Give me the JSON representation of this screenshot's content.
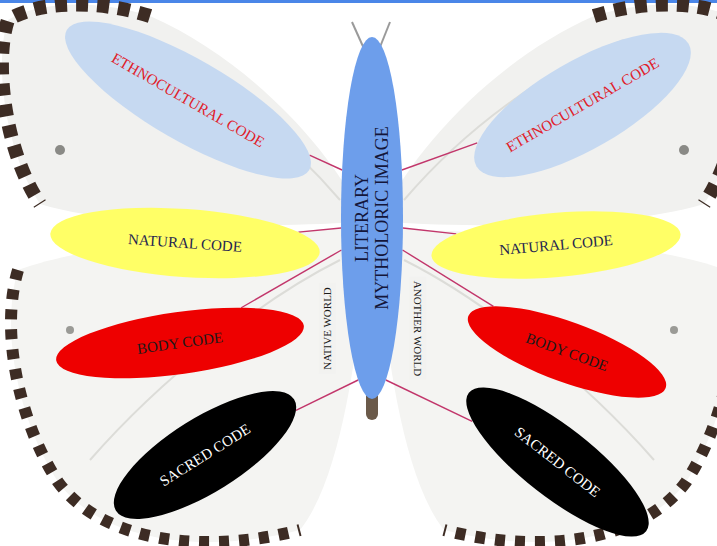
{
  "diagram": {
    "nodes": [
      {
        "text": [
          "ETHNOCULTURAL CODE"
        ]
      },
      {
        "text": [
          "ETHNOCULTURAL CODE"
        ]
      },
      {
        "text": [
          "LITERARY MYTHOLORIC IMAGE"
        ]
      },
      {
        "text": [
          "NATURAL CODE"
        ]
      },
      {
        "text": [
          "NATURAL CODE"
        ]
      },
      {
        "text": [
          "BODY CODE"
        ]
      },
      {
        "text": [
          "BODY CODE"
        ]
      },
      {
        "text": [
          "SACRED CODE"
        ]
      },
      {
        "text": [
          "SACRED CODE"
        ]
      }
    ],
    "edges": [
      {
        "from": 0,
        "to": 2,
        "arrow": "none"
      },
      {
        "from": 1,
        "to": 2,
        "arrow": "none"
      },
      {
        "from": 3,
        "to": 2,
        "arrow": "none"
      },
      {
        "from": 4,
        "to": 2,
        "arrow": "none"
      },
      {
        "from": 5,
        "to": 2,
        "arrow": "none"
      },
      {
        "from": 6,
        "to": 2,
        "arrow": "none"
      },
      {
        "from": 7,
        "to": 2,
        "arrow": "none"
      },
      {
        "from": 8,
        "to": 2,
        "arrow": "none"
      }
    ],
    "labels": [
      "NATIVE WORLD",
      "ANOTHER WORLD"
    ]
  }
}
